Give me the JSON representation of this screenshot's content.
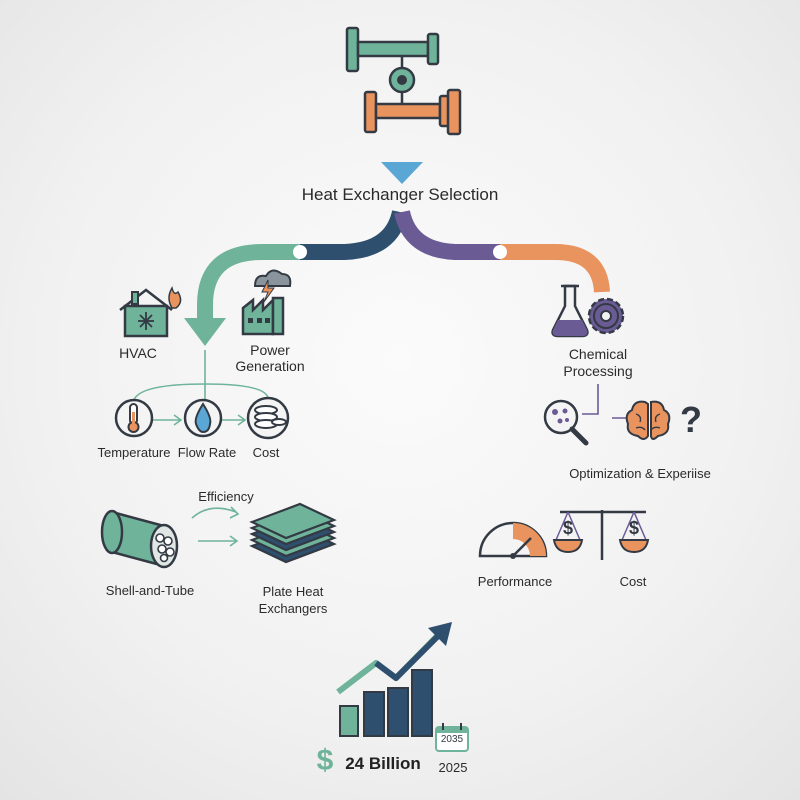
{
  "colors": {
    "teal": "#6fb49a",
    "navy": "#2f4f6f",
    "purple": "#6b5b95",
    "orange": "#e9935f",
    "dark": "#333a44",
    "blue": "#5aa7d6"
  },
  "title": "Heat Exchanger Selection",
  "applications": {
    "hvac": "HVAC",
    "power_line1": "Power",
    "power_line2": "Generation",
    "chem_line1": "Chemical",
    "chem_line2": "Processing"
  },
  "factors": {
    "temperature": "Temperature",
    "flow_rate": "Flow Rate",
    "cost": "Cost"
  },
  "optimization": {
    "label": "Optimization & Experiise",
    "question_mark": "?"
  },
  "types": {
    "efficiency": "Efficiency",
    "shell_tube": "Shell-and-Tube",
    "plate_line1": "Plate Heat",
    "plate_line2": "Exchangers"
  },
  "tradeoff": {
    "performance": "Performance",
    "cost": "Cost",
    "dollar": "$"
  },
  "market": {
    "value": "24 Billion",
    "year": "2025",
    "calendar_year": "2035",
    "dollar": "$"
  },
  "icons": [
    "pipes-icon",
    "valve-icon",
    "funnel-icon",
    "house-icon",
    "snowflake-icon",
    "flame-icon",
    "factory-icon",
    "lightning-icon",
    "flask-icon",
    "gear-icon",
    "thermometer-icon",
    "water-drop-icon",
    "coins-icon",
    "magnifier-icon",
    "brain-icon",
    "question-icon",
    "tube-bundle-icon",
    "plate-stack-icon",
    "gauge-icon",
    "scales-icon",
    "bar-chart-icon",
    "trend-arrow-icon",
    "calendar-icon",
    "dollar-icon"
  ]
}
